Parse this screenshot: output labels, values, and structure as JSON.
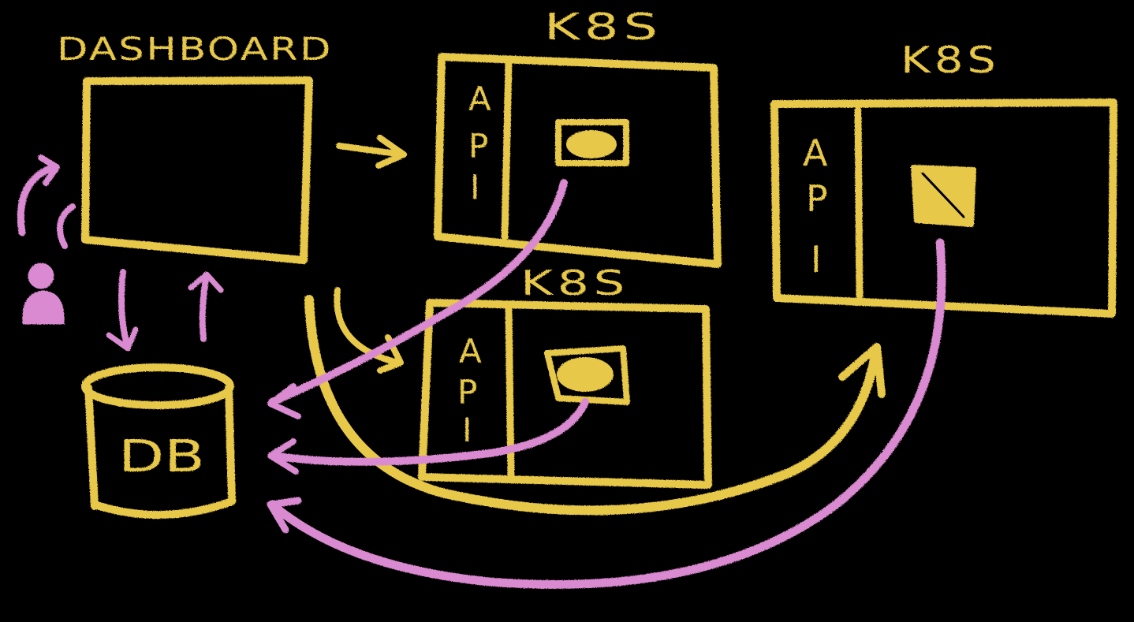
{
  "dashboard": {
    "label": "DASHBOARD"
  },
  "database": {
    "label": "DB"
  },
  "clusters": [
    {
      "label": "K8S",
      "api_letters": [
        "A",
        "P",
        "I"
      ]
    },
    {
      "label": "K8S",
      "api_letters": [
        "A",
        "P",
        "I"
      ]
    },
    {
      "label": "K8S",
      "api_letters": [
        "A",
        "P",
        "I"
      ]
    }
  ],
  "colors": {
    "chalk_yellow": "#e8c84a",
    "chalk_pink": "#d98ad0",
    "background": "#000000"
  }
}
